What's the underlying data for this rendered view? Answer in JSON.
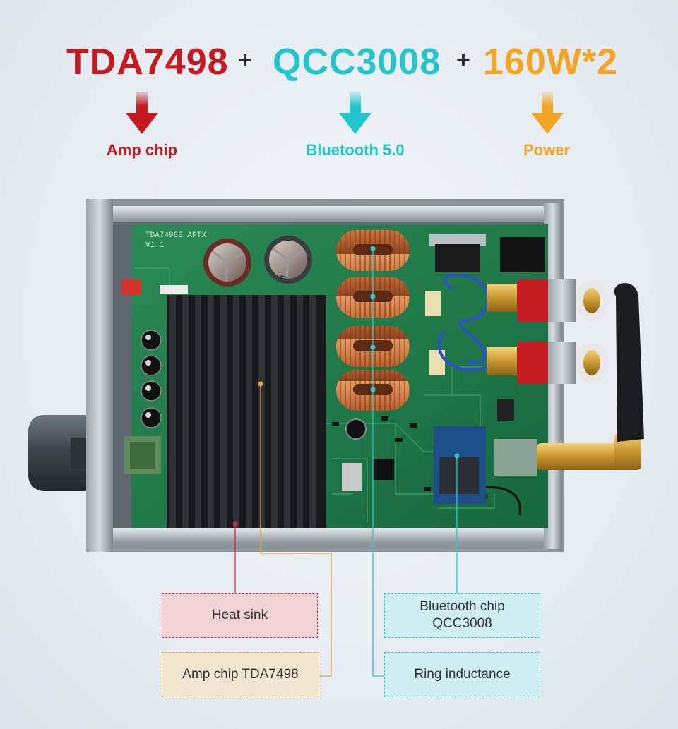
{
  "headline": {
    "chip_amp": "TDA7498",
    "plus1": "+",
    "chip_bt": "QCC3008",
    "plus2": "+",
    "power": "160W*2"
  },
  "features": [
    {
      "label": "Amp chip",
      "color": "#c41a20"
    },
    {
      "label": "Bluetooth 5.0",
      "color": "#22c5cc"
    },
    {
      "label": "Power",
      "color": "#f2a422"
    }
  ],
  "callouts": {
    "heat_sink": "Heat sink",
    "amp_chip": "Amp chip TDA7498",
    "bt_chip_line1": "Bluetooth chip",
    "bt_chip_line2": "QCC3008",
    "ring_inductance": "Ring inductance"
  },
  "board": {
    "silk_label1": "TDA7498E APTX",
    "silk_label2": "V1.1",
    "cap_label": "35"
  },
  "colors": {
    "red": "#c41a20",
    "cyan": "#22c5cc",
    "orange": "#f2a422",
    "pcb": "#1f7a4a",
    "copper": "#cf7b45"
  }
}
